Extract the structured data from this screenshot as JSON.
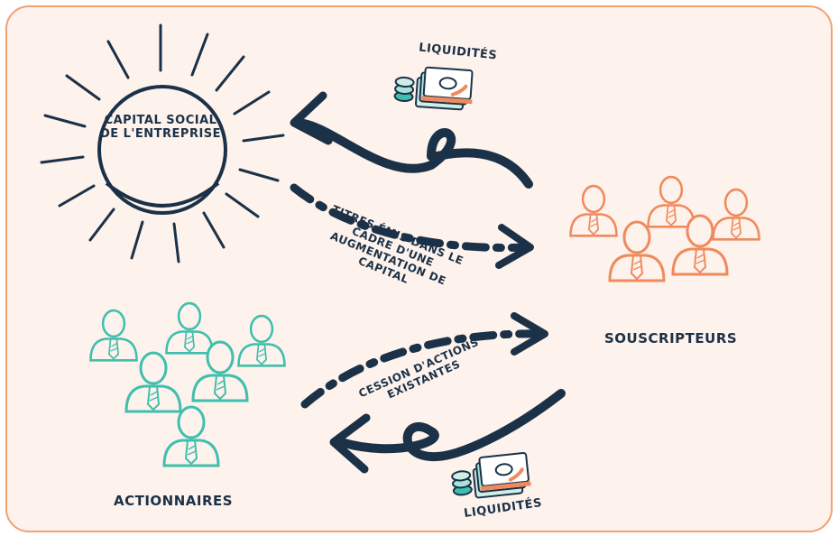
{
  "sun": {
    "label": "CAPITAL SOCIAL DE L'ENTREPRISE"
  },
  "flows": {
    "liquidites_top": "LIQUIDITÉS",
    "titres": "TITRES ÉMIS DANS LE CADRE D'UNE AUGMENTATION DE CAPITAL",
    "cession": "CESSION D'ACTIONS EXISTANTES",
    "liquidites_bottom": "LIQUIDITÉS"
  },
  "groups": {
    "souscripteurs": "SOUSCRIPTEURS",
    "actionnaires": "ACTIONNAIRES"
  },
  "colors": {
    "navy": "#1b3147",
    "orange": "#f08a5d",
    "teal": "#3fbfad",
    "border": "#f0a272",
    "background": "#fdf2ec"
  }
}
